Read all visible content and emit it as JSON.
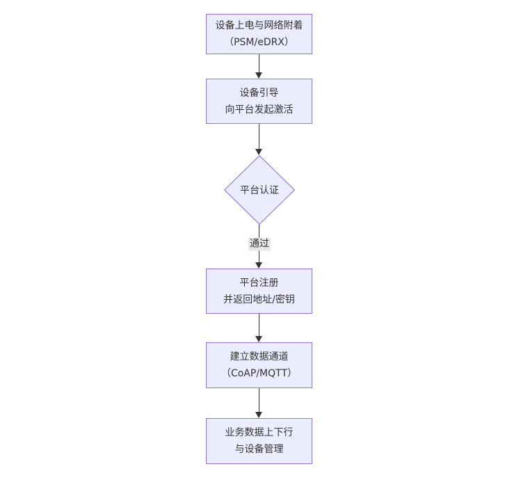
{
  "diagram": {
    "type": "flowchart-top-down",
    "palette": {
      "node_fill": "#ECECFF",
      "node_border": "#9370DB",
      "edge_color": "#333333",
      "edge_label_bg": "#e8e8e8",
      "text_color": "#333333",
      "background": "#ffffff"
    },
    "nodes": [
      {
        "id": "power-attach",
        "shape": "rect",
        "line1": "设备上电与网络附着",
        "line2": "（PSM/eDRX）"
      },
      {
        "id": "bootstrap",
        "shape": "rect",
        "line1": "设备引导",
        "line2": "向平台发起激活"
      },
      {
        "id": "auth",
        "shape": "diamond",
        "line1": "平台认证",
        "line2": ""
      },
      {
        "id": "register",
        "shape": "rect",
        "line1": "平台注册",
        "line2": "并返回地址/密钥"
      },
      {
        "id": "channel",
        "shape": "rect",
        "line1": "建立数据通道",
        "line2": "（CoAP/MQTT）"
      },
      {
        "id": "business",
        "shape": "rect",
        "line1": "业务数据上下行",
        "line2": "与设备管理"
      }
    ],
    "edges": [
      {
        "from": "power-attach",
        "to": "bootstrap",
        "label": ""
      },
      {
        "from": "bootstrap",
        "to": "auth",
        "label": ""
      },
      {
        "from": "auth",
        "to": "register",
        "label": "通过"
      },
      {
        "from": "register",
        "to": "channel",
        "label": ""
      },
      {
        "from": "channel",
        "to": "business",
        "label": ""
      }
    ]
  }
}
